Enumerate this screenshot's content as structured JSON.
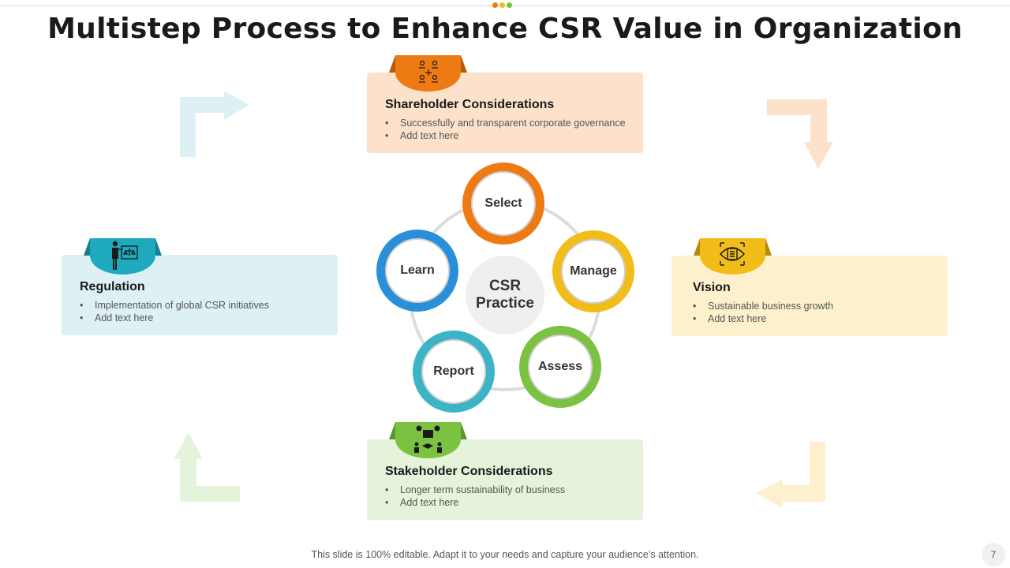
{
  "title": "Multistep Process to Enhance CSR Value in Organization",
  "colors": {
    "orange": "#EE7A14",
    "yellow": "#F2BC19",
    "green": "#7CC242",
    "teal": "#1FA9BD",
    "blue": "#2A8FDA",
    "cyan": "#3DB3C6"
  },
  "cards": {
    "shareholder": {
      "heading": "Shareholder Considerations",
      "bullets": [
        "Successfully and transparent corporate governance",
        "Add text here"
      ],
      "icon": "team-network-icon"
    },
    "regulation": {
      "heading": "Regulation",
      "bullets": [
        "Implementation of global CSR initiatives",
        "Add text here"
      ],
      "icon": "presenter-scale-icon"
    },
    "vision": {
      "heading": "Vision",
      "bullets": [
        "Sustainable business growth",
        "Add text here"
      ],
      "icon": "eye-document-icon"
    },
    "stakeholder": {
      "heading": "Stakeholder Considerations",
      "bullets": [
        "Longer term sustainability of business",
        "Add text here"
      ],
      "icon": "stakeholders-handshake-icon"
    }
  },
  "cycle": {
    "center_line1": "CSR",
    "center_line2": "Practice",
    "steps": {
      "select": "Select",
      "manage": "Manage",
      "assess": "Assess",
      "report": "Report",
      "learn": "Learn"
    }
  },
  "footer": "This slide is 100% editable. Adapt it to your needs and capture your audience’s attention.",
  "page_number": "7"
}
